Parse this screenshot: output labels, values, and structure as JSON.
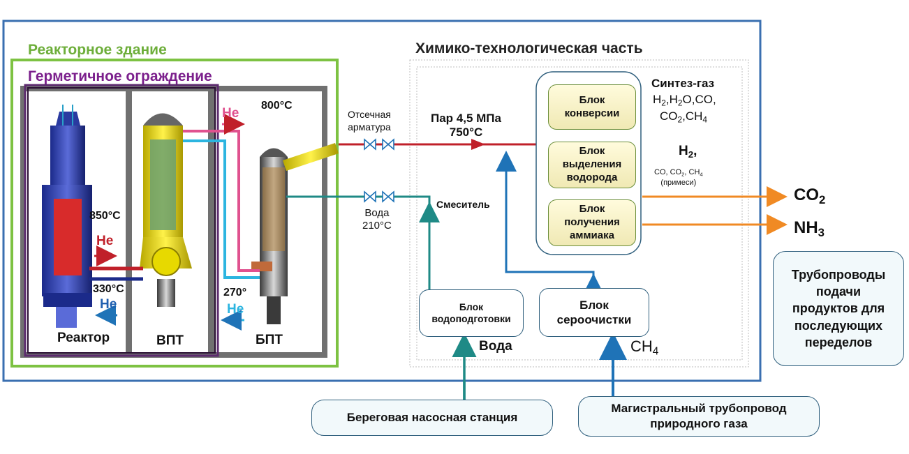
{
  "titles": {
    "reactor_building": "Реакторное здание",
    "containment": "Герметичное ограждение",
    "chemical_part": "Химико-технологическая часть"
  },
  "equipment": {
    "reactor": "Реактор",
    "vpt": "ВПТ",
    "bpt": "БПТ"
  },
  "nuclear_labels": {
    "t850": "850",
    "t330": "330",
    "t800": "800",
    "t270": "270",
    "deg_unit": "°C",
    "deg": "°",
    "he": "He"
  },
  "pipeline_labels": {
    "valve_line1": "Отсечная",
    "valve_line2": "арматура",
    "steam_line1": "Пар 4,5 МПа",
    "steam_t": "750",
    "water_line1": "Вода",
    "water_t": "210",
    "mixer": "Смеситель"
  },
  "process_blocks": {
    "conversion": "Блок\nконверсии",
    "hydrogen": "Блок\nвыделения\nводорода",
    "ammonia": "Блок\nполучения\nаммиака",
    "water_prep": "Блок\nводоподготовки",
    "desulfur": "Блок\nсероочистки"
  },
  "syngas": {
    "title": "Синтез-газ",
    "line1": "H",
    "line1_sub": "2",
    "line1_rest": ",H",
    "line1_sub2": "2",
    "line1_rest2": "O,CO,",
    "line2": "CO",
    "line2_sub": "2",
    "line2_rest": ",CH",
    "line2_sub2": "4"
  },
  "hydrogen_out": {
    "h": "H",
    "h_sub": "2",
    "h_rest": ",",
    "impurities": "CO, CO",
    "imp_sub": "2",
    "imp_rest": ", CH",
    "imp_sub2": "4",
    "impurities2": "(примеси)"
  },
  "products": {
    "co2": "CO",
    "co2_sub": "2",
    "nh3": "NH",
    "nh3_sub": "3"
  },
  "inputs": {
    "water": "Вода",
    "ch4": "CH",
    "ch4_sub": "4"
  },
  "bubbles": {
    "pipelines": "Трубопроводы\nподачи\nпродуктов для\nпоследующих\nпеределов",
    "pump_station": "Береговая насосная станция",
    "gas_main": "Магистральный трубопровод\nприродного газа"
  },
  "colors": {
    "outer_frame": "#3a6fb0",
    "reactor_building": "#7dc242",
    "containment": "#5c2a6e",
    "containment_title": "#7b1f8c",
    "hot_line": "#c0202a",
    "water_line": "#1f8a86",
    "gas_line": "#1f73b7",
    "output_line": "#f08a24",
    "he_pink": "#e0528f",
    "he_cyan": "#2cb5e0"
  }
}
